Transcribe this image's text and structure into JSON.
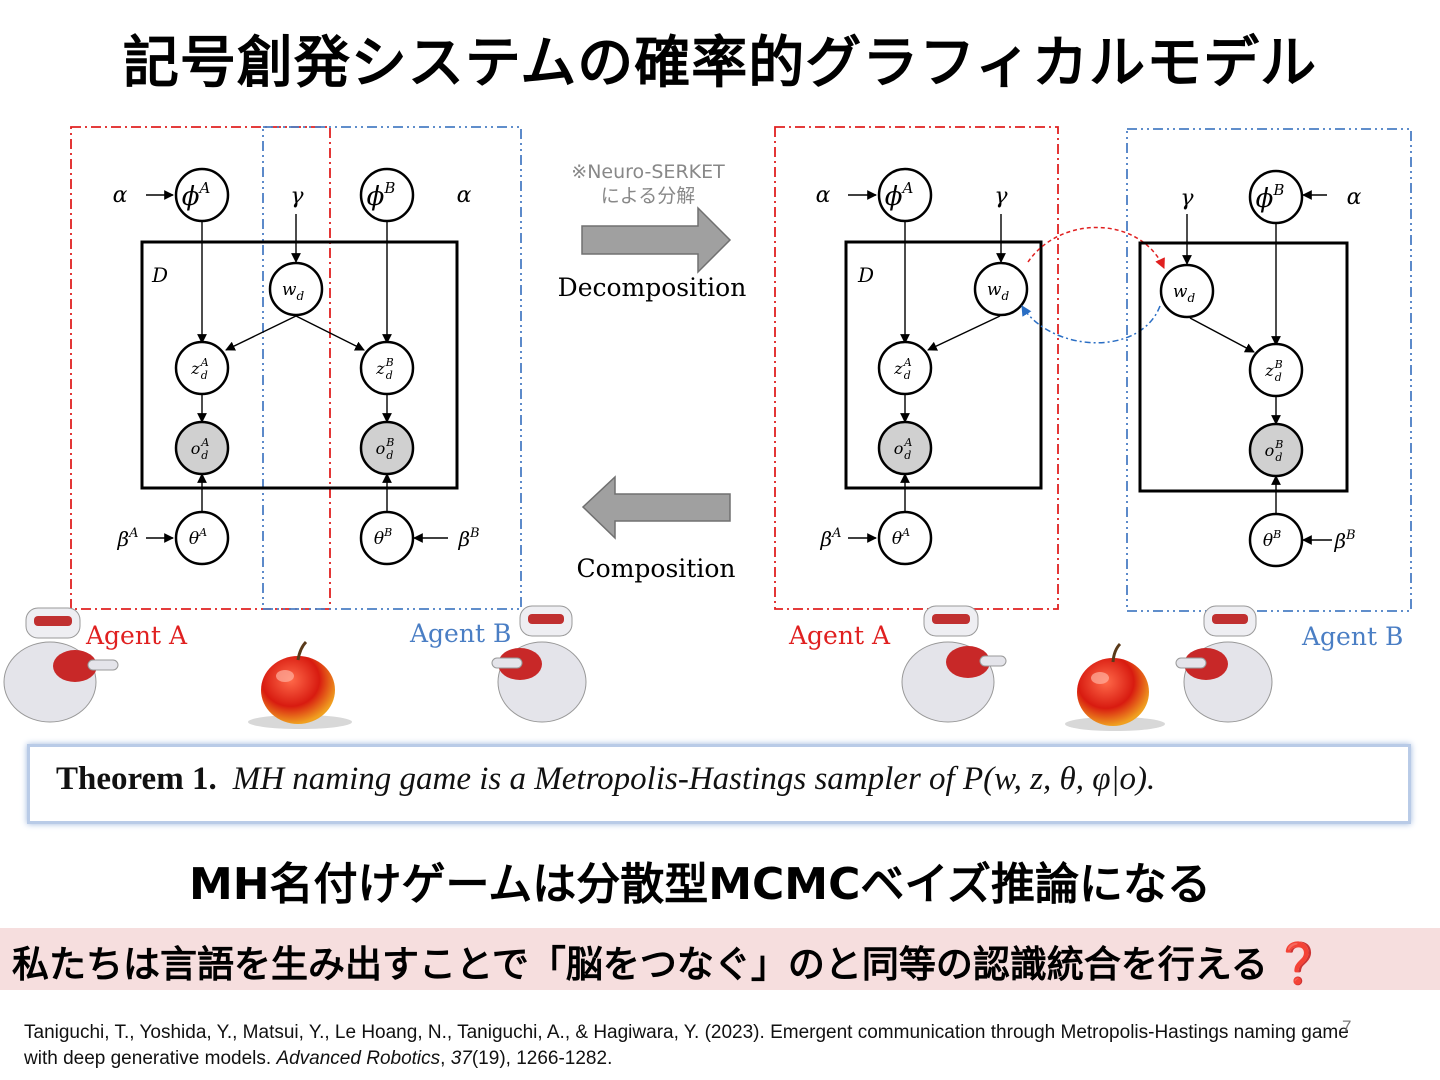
{
  "slide": {
    "title": "記号創発システムの確率的グラフィカルモデル",
    "theorem_label": "Theorem 1.",
    "theorem_text": "MH naming game is a Metropolis-Hastings sampler of P(w, z, θ, φ|o).",
    "subheading": "MH名付けゲームは分散型MCMCベイズ推論になる",
    "banner": "私たちは言語を生み出すことで「脳をつなぐ」のと同等の認識統合を行える",
    "banner_icon": "red-question-mark-icon",
    "citation_main": "Taniguchi, T., Yoshida, Y., Matsui, Y., Le Hoang, N., Taniguchi, A., & Hagiwara, Y. (2023). Emergent communication through Metropolis-Hastings naming game with deep generative models. ",
    "citation_journal": "Advanced Robotics",
    "citation_sep": ", ",
    "citation_volume": "37",
    "citation_rest": "(19), 1266-1282.",
    "page_number": "7"
  },
  "diagram": {
    "note_line1": "※Neuro-SERKET",
    "note_line2": "による分解",
    "arrow_right_label": "Decomposition",
    "arrow_left_label": "Composition",
    "agent_a": "Agent A",
    "agent_b": "Agent B",
    "plate_label": "D",
    "symbols": {
      "alpha": "α",
      "gamma": "γ",
      "phi": "ϕ",
      "theta": "θ",
      "beta": "β",
      "w": "w",
      "z": "z",
      "o": "o",
      "sub_d": "d",
      "sup_a": "A",
      "sup_b": "B"
    }
  },
  "colors": {
    "agent_a": "#e02020",
    "agent_b": "#4a7ec4",
    "observed_node": "#d0d0d0",
    "arrow_fill": "#a0a0a0",
    "banner_bg": "#f6dede"
  }
}
